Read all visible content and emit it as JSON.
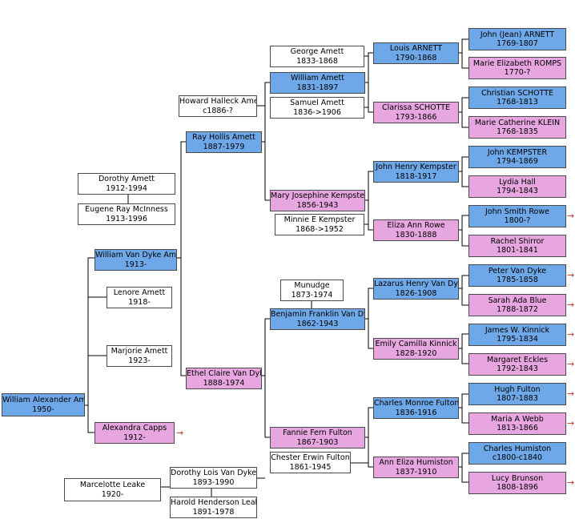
{
  "people": {
    "william_alexander": {
      "name": "William Alexander Amett",
      "dates": "1950-",
      "sex": "male"
    },
    "alexandra_capps": {
      "name": "Alexandra Capps",
      "dates": "1912-",
      "sex": "female"
    },
    "william_van_dyke": {
      "name": "William Van Dyke Amett",
      "dates": "1913-",
      "sex": "male"
    },
    "dorothy_amett": {
      "name": "Dorothy Amett",
      "dates": "1912-1994",
      "sex": "none"
    },
    "eugene_mcinness": {
      "name": "Eugene Ray McInness",
      "dates": "1913-1996",
      "sex": "none"
    },
    "lenore_amett": {
      "name": "Lenore Amett",
      "dates": "1918-",
      "sex": "none"
    },
    "marjorie_amett": {
      "name": "Marjorie Amett",
      "dates": "1923-",
      "sex": "none"
    },
    "ray_hollis": {
      "name": "Ray Hollis Amett",
      "dates": "1887-1979",
      "sex": "male"
    },
    "howard_halleck": {
      "name": "Howard Halleck Amett",
      "dates": "c1886-?",
      "sex": "none"
    },
    "ethel_claire": {
      "name": "Ethel Claire Van Dyke",
      "dates": "1888-1974",
      "sex": "female"
    },
    "marcelotte_leake": {
      "name": "Marcelotte Leake",
      "dates": "1920-",
      "sex": "none"
    },
    "dorothy_lois": {
      "name": "Dorothy Lois Van Dyke",
      "dates": "1893-1990",
      "sex": "none"
    },
    "harold_leake": {
      "name": "Harold Henderson Leake",
      "dates": "1891-1978",
      "sex": "none"
    },
    "george_amett": {
      "name": "George Amett",
      "dates": "1833-1868",
      "sex": "none"
    },
    "william_amett": {
      "name": "William Amett",
      "dates": "1831-1897",
      "sex": "male"
    },
    "samuel_amett": {
      "name": "Samuel Amett",
      "dates": "1836->1906",
      "sex": "none"
    },
    "mary_josephine": {
      "name": "Mary Josephine Kempster",
      "dates": "1856-1943",
      "sex": "female"
    },
    "minnie_kempster": {
      "name": "Minnie E Kempster",
      "dates": "1868->1952",
      "sex": "none"
    },
    "munudge": {
      "name": "Munudge",
      "dates": "1873-1974",
      "sex": "none"
    },
    "benjamin_franklin": {
      "name": "Benjamin Franklin Van Dyke",
      "dates": "1862-1943",
      "sex": "male"
    },
    "fannie_fern": {
      "name": "Fannie Fern Fulton",
      "dates": "1867-1903",
      "sex": "female"
    },
    "chester_erwin": {
      "name": "Chester Erwin Fulton",
      "dates": "1861-1945",
      "sex": "none"
    },
    "louis_arnett": {
      "name": "Louis ARNETT",
      "dates": "1790-1868",
      "sex": "male"
    },
    "clarissa_schotte": {
      "name": "Clarissa SCHOTTE",
      "dates": "1793-1866",
      "sex": "female"
    },
    "john_henry_kempster": {
      "name": "John Henry Kempster",
      "dates": "1818-1917",
      "sex": "male"
    },
    "eliza_ann_rowe": {
      "name": "Eliza Ann Rowe",
      "dates": "1830-1888",
      "sex": "female"
    },
    "lazarus_henry": {
      "name": "Lazarus Henry Van Dyke",
      "dates": "1826-1908",
      "sex": "male"
    },
    "emily_camilla": {
      "name": "Emily Camilla Kinnick",
      "dates": "1828-1920",
      "sex": "female"
    },
    "charles_monroe": {
      "name": "Charles Monroe Fulton",
      "dates": "1836-1916",
      "sex": "male"
    },
    "ann_eliza": {
      "name": "Ann Eliza Humiston",
      "dates": "1837-1910",
      "sex": "female"
    },
    "john_jean_arnett": {
      "name": "John (Jean) ARNETT",
      "dates": "1769-1807",
      "sex": "male"
    },
    "marie_elizabeth": {
      "name": "Marie Elizabeth ROMPS",
      "dates": "1770-?",
      "sex": "female"
    },
    "christian_schotte": {
      "name": "Christian SCHOTTE",
      "dates": "1768-1813",
      "sex": "male"
    },
    "marie_catherine": {
      "name": "Marie Catherine KLEIN",
      "dates": "1768-1835",
      "sex": "female"
    },
    "john_kempster": {
      "name": "John KEMPSTER",
      "dates": "1794-1869",
      "sex": "male"
    },
    "lydia_hall": {
      "name": "Lydia Hall",
      "dates": "1794-1843",
      "sex": "female"
    },
    "john_smith_rowe": {
      "name": "John Smith Rowe",
      "dates": "1800-?",
      "sex": "male"
    },
    "rachel_shirror": {
      "name": "Rachel Shirror",
      "dates": "1801-1841",
      "sex": "female"
    },
    "peter_van_dyke": {
      "name": "Peter Van Dyke",
      "dates": "1785-1858",
      "sex": "male"
    },
    "sarah_ada_blue": {
      "name": "Sarah Ada Blue",
      "dates": "1788-1872",
      "sex": "female"
    },
    "james_kinnick": {
      "name": "James W. Kinnick",
      "dates": "1795-1834",
      "sex": "male"
    },
    "margaret_eckles": {
      "name": "Margaret Eckles",
      "dates": "1792-1843",
      "sex": "female"
    },
    "hugh_fulton": {
      "name": "Hugh Fulton",
      "dates": "1807-1883",
      "sex": "male"
    },
    "maria_webb": {
      "name": "Maria A Webb",
      "dates": "1813-1866",
      "sex": "female"
    },
    "charles_humiston": {
      "name": "Charles Humiston",
      "dates": "c1800-c1840",
      "sex": "male"
    },
    "lucy_brunson": {
      "name": "Lucy Brunson",
      "dates": "1808-1896",
      "sex": "female"
    }
  },
  "colors": {
    "male": "#6fa8e8",
    "female": "#e7a6e0",
    "line": "#000000",
    "arrow": "#c0392b"
  },
  "arrow_glyph": "→"
}
